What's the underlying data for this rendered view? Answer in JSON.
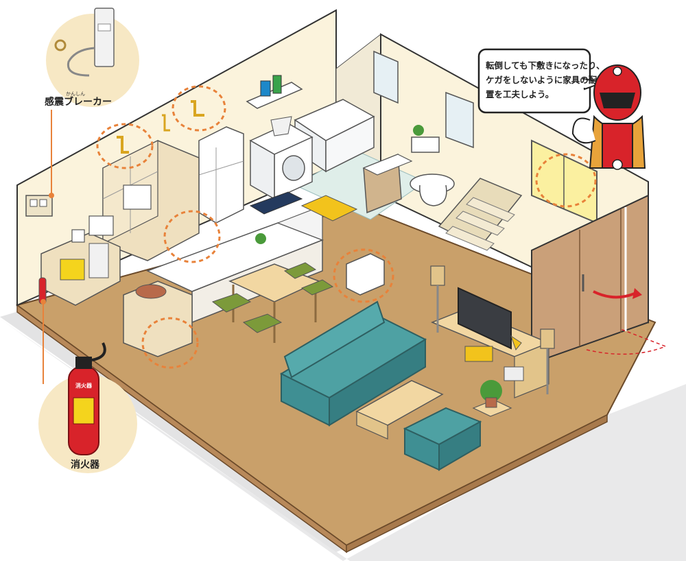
{
  "speech_bubble": {
    "line1": "転倒しても下敷きになったり、",
    "line2": "ケガをしないように家具の配",
    "line3": "置を工夫しよう。"
  },
  "breaker": {
    "label": "感震ブレーカー",
    "ruby": "かんしん"
  },
  "extinguisher": {
    "label": "消火器",
    "small_label": "消火器"
  },
  "colors": {
    "floor": "#c9a06a",
    "floor_dark": "#b8895a",
    "wall": "#fbf3dc",
    "wall_edge": "#e8dcba",
    "highlight": "#e8823a",
    "sofa": "#3f8f93",
    "callout_bg": "#f7e8c4",
    "hero_red": "#d8232a"
  }
}
